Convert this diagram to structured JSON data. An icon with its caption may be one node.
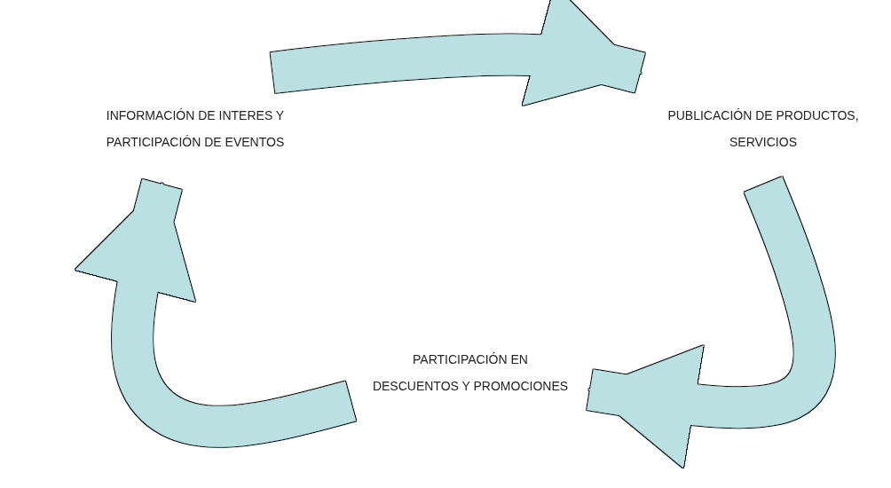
{
  "diagram": {
    "nodes": [
      {
        "text": [
          "INFORMACIÓN DE INTERES Y PARTICIPACIÓN DE EVENTOS"
        ]
      },
      {
        "text": [
          "PUBLICACIÓN DE PRODUCTOS, SERVICIOS"
        ]
      },
      {
        "text": [
          "PARTICIPACIÓN EN DESCUENTOS Y PROMOCIONES"
        ]
      }
    ],
    "edges": [
      {
        "from": 0,
        "to": 1,
        "arrow": "to"
      },
      {
        "from": 1,
        "to": 2,
        "arrow": "to"
      },
      {
        "from": 2,
        "to": 0,
        "arrow": "to"
      }
    ]
  }
}
